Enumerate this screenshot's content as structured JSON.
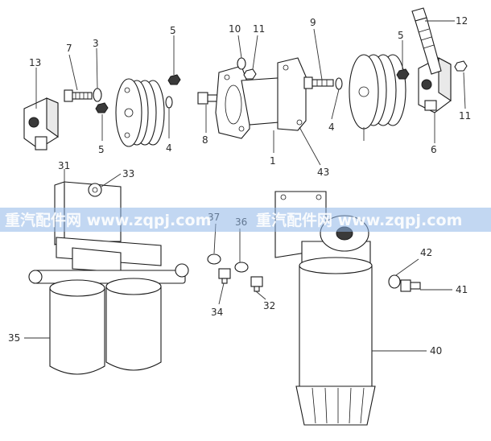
{
  "callouts": {
    "c1": "1",
    "c3": "3",
    "c4a": "4",
    "c4b": "4",
    "c5a": "5",
    "c5b": "5",
    "c5c": "5",
    "c6": "6",
    "c7": "7",
    "c8": "8",
    "c9": "9",
    "c10": "10",
    "c11a": "11",
    "c11b": "11",
    "c12": "12",
    "c13": "13",
    "c31": "31",
    "c32": "32",
    "c33": "33",
    "c34": "34",
    "c35": "35",
    "c36": "36",
    "c37": "37",
    "c40": "40",
    "c41": "41",
    "c42": "42",
    "c43": "43"
  },
  "watermark": {
    "text_left": "重汽配件网 www.zqpj.com",
    "text_right": "重汽配件网 www.zqpj.com",
    "color": "#8fb6e8"
  }
}
